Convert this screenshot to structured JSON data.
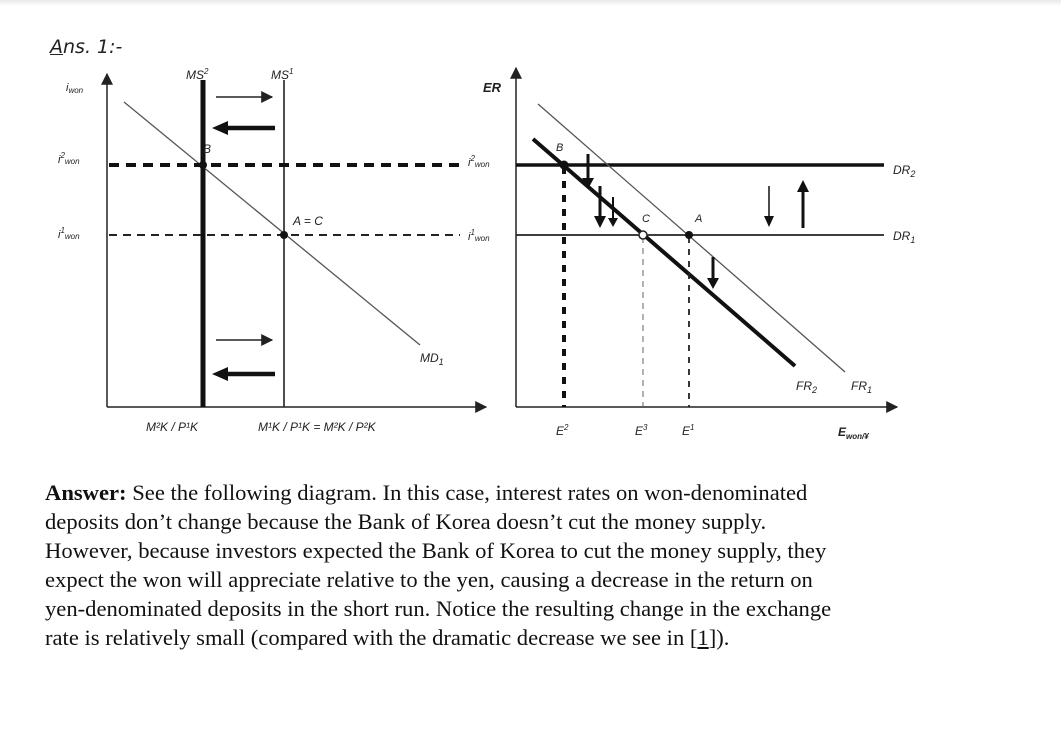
{
  "heading": {
    "prefix": "A",
    "rest": "ns. 1:-"
  },
  "left_graph": {
    "y_axis": "i",
    "y_axis_sub": "won",
    "ms2": "MS",
    "ms2_sup": "2",
    "ms1": "MS",
    "ms1_sup": "1",
    "i2": "i",
    "i2_sup": "2",
    "i2_sub": "won",
    "i1": "i",
    "i1_sup": "1",
    "i1_sub": "won",
    "point_b": "B",
    "point_ac": "A = C",
    "md": "MD",
    "md_sub": "1",
    "x_label_1": "M²K / P¹K",
    "x_label_2": "M¹K / P¹K = M²K / P²K"
  },
  "right_graph": {
    "y_axis": "ER",
    "i2": "i",
    "i2_sup": "2",
    "i2_sub": "won",
    "i1": "i",
    "i1_sup": "1",
    "i1_sub": "won",
    "point_b": "B",
    "point_c": "C",
    "point_a": "A",
    "dr2": "DR",
    "dr2_sub": "2",
    "dr1": "DR",
    "dr1_sub": "1",
    "fr2": "FR",
    "fr2_sub": "2",
    "fr1": "FR",
    "fr1_sub": "1",
    "e2": "E",
    "e2_sup": "2",
    "e3": "E",
    "e3_sup": "3",
    "e1": "E",
    "e1_sup": "1",
    "x_axis": "E",
    "x_axis_sub": "won/¥"
  },
  "answer": {
    "bold": "Answer:",
    "line1": " See the following diagram. In this case, interest rates on won-denominated",
    "line2": "deposits don’t change because the Bank of Korea doesn’t cut the money supply.",
    "line3": "However, because investors expected the Bank of Korea to cut the money supply, they",
    "line4": "expect the won will appreciate relative to the yen, causing a decrease in the return on",
    "line5": "yen-denominated deposits in the short run. Notice the resulting change in the exchange",
    "line6_a": "rate is relatively small (compared with the dramatic decrease we see in [",
    "line6_ref": "1",
    "line6_b": "])."
  }
}
